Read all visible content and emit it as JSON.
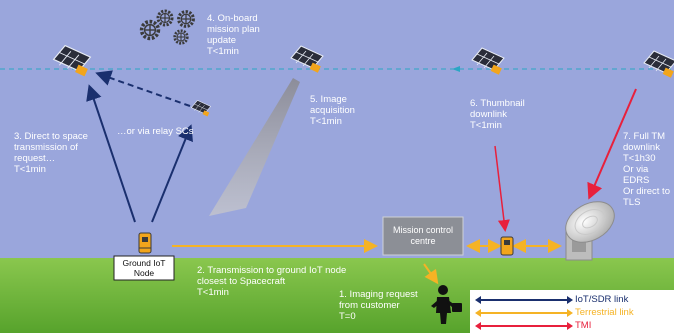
{
  "labels": {
    "step4": "4. On-board\nmission plan\nupdate\nT<1min",
    "step5": "5. Image\nacquisition\nT<1min",
    "step6": "6. Thumbnail\ndownlink\nT<1min",
    "step7": "7. Full TM\ndownlink\nT<1h30\nOr via\nEDRS\nOr direct to\nTLS",
    "step3": "3. Direct to space\ntransmission of\nrequest…\nT<1min",
    "relay": "…or via relay SCs",
    "step2": "2. Transmission to ground IoT node\nclosest to Spacecraft\nT<1min",
    "step1": "1. Imaging request\nfrom customer\nT=0"
  },
  "boxes": {
    "ground_node": "Ground IoT\nNode",
    "mission_control": "Mission control\ncentre"
  },
  "legend": [
    {
      "label": "IoT/SDR link",
      "color": "#1a2f6e"
    },
    {
      "label": "Terrestrial link",
      "color": "#f5b325"
    },
    {
      "label": "TMI",
      "color": "#e8203c"
    }
  ],
  "colors": {
    "sky": "#9aa6dc",
    "ground": "#6bb33a",
    "iot_link": "#1a2f6e",
    "terrestrial_link": "#f5b325",
    "tmi": "#e8203c",
    "orbit": "#2aa6c4"
  },
  "icons": [
    "satellite-icon",
    "gears-icon",
    "iot-node-icon",
    "person-icon",
    "ground-station-dish-icon"
  ]
}
